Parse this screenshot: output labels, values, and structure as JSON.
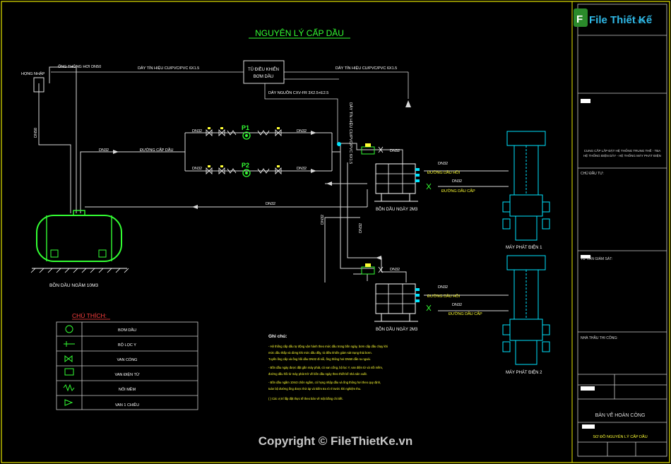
{
  "title": "NGUYÊN LÝ CẤP DẦU",
  "logo": {
    "main": "File Thiết Kế",
    "suffix": ".vn"
  },
  "labels": {
    "vent": "ỐNG THÔNG HƠI DN50",
    "fill": "HỌNG NHẬP",
    "signal_top_left": "DÂY TÍN HIỆU CU/PVC/PVC 6X1.5",
    "signal_top_right": "DÂY TÍN HIỆU CU/PVC/PVC 6X1.5",
    "signal_vertical": "DÂY TÍN HIỆU CU/PVC/PVC 6X1.5",
    "power_cable": "DÂY NGUỒN CXV-FR 3X2.5+E2.5",
    "panel_line1": "TỦ ĐIỀU KHIỂN",
    "panel_line2": "BƠM DẦU",
    "supply_line": "ĐƯỜNG CẤP DẦU",
    "dn32": "DN32",
    "dn50": "DN50",
    "p1": "P1",
    "p2": "P2",
    "return1": "ĐƯỜNG DẦU HỒI",
    "supply1": "ĐƯỜNG DẦU CẤP",
    "return2": "ĐƯỜNG DẦU HỒI",
    "supply2": "ĐƯỜNG DẦU CẤP",
    "day_tank1": "BỒN DẦU NGÀY 2M3",
    "day_tank2": "BỒN DẦU NGÀY 2M3",
    "gen1": "MÁY PHÁT ĐIỆN 1",
    "gen2": "MÁY PHÁT ĐIỆN 2",
    "main_tank": "BỒN DẦU NGẦM 10M3"
  },
  "legend": {
    "title": "CHÚ THÍCH:",
    "items": [
      "BƠM DẦU",
      "BỘ LỌC Y",
      "VAN CỔNG",
      "VAN ĐIỆN TỪ",
      "NỐI MỀM",
      "VAN 1 CHIỀU"
    ]
  },
  "notes": {
    "title": "Ghi chú:",
    "lines": [
      "- Hệ thống cấp dầu tự động vận hành theo mức dầu trong bồn ngày, bơm cấp dầu chạy khi",
      "  mức dầu thấp và dừng khi mức dầu đầy, tủ điều khiển giám sát trạng thái bơm.",
      "  Tuyến ống cấp và ống hồi dầu DN32 đi nổi, ống thông hơi DN50 dẫn ra ngoài.",
      "- Bồn dầu ngày được đặt gần máy phát, có van cổng, bộ lọc Y, van điện từ và nối mềm,",
      "  đường dầu hồi từ máy phát trở về bồn dầu ngày theo thiết kế nhà sản xuất.",
      "- Bồn dầu ngầm 10m3 chôn ngầm, có họng nhập dầu và ống thông hơi theo quy định,",
      "  toàn bộ đường ống được thử áp và kiểm tra rò rỉ trước khi nghiệm thu.",
      "(     ) Các vị trí lắp đặt thực tế theo bản vẽ mặt bằng chi tiết."
    ]
  },
  "title_block": {
    "company_line1": "CUNG CẤP LẮP ĐẶT HỆ THỐNG TRUNG THẾ - TBA",
    "company_line2": "HỆ THỐNG ĐIỆN DÂY - HỆ THỐNG MÁY PHÁT ĐIỆN",
    "sec1": "CHỦ ĐẦU TƯ:",
    "sec2": "TƯ VẤN GIÁM SÁT:",
    "sec3": "NHÀ THẦU THI CÔNG:",
    "drawing_type": "BẢN VẼ HOÀN CÔNG",
    "drawing_name": "SƠ ĐỒ NGUYÊN LÝ CẤP DẦU"
  },
  "copyright": "Copyright © FileThietKe.vn",
  "colors": {
    "bg": "#000000",
    "frame": "#e6e600",
    "pipe": "#d8d8d8",
    "green": "#33ff33",
    "cyan": "#00e5ff",
    "yellow": "#ffff33",
    "red": "#ff4040",
    "orange": "#ff9900",
    "white": "#ffffff",
    "blue": "#3355ff"
  }
}
